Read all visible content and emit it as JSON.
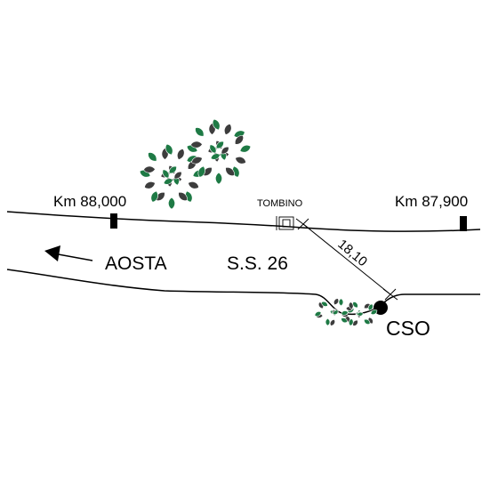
{
  "labels": {
    "km_left": "Km 88,000",
    "km_right": "Km 87,900",
    "culvert": "TOMBINO",
    "direction": "AOSTA",
    "road": "S.S. 26",
    "distance": "18,10",
    "station": "CSO"
  },
  "colors": {
    "line": "#000000",
    "foliage_dark": "#3d3d3d",
    "foliage_green": "#1e7a45",
    "background": "#ffffff"
  },
  "icons": {
    "direction": "arrow-left-icon",
    "tree": "tree-canopy-icon",
    "bush": "shrub-icon",
    "marker": "kilometer-post-icon",
    "culvert": "culvert-icon",
    "station": "station-dot-icon"
  }
}
